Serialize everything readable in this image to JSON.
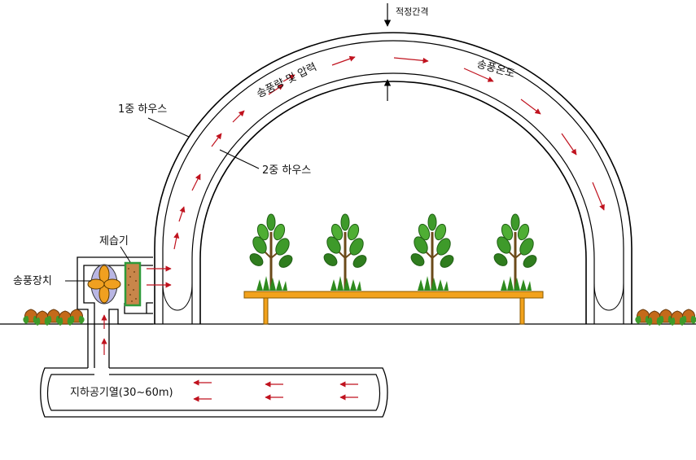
{
  "labels": {
    "proper_gap": "적정간격",
    "airflow_pressure": "송풍량 및 압력",
    "air_temperature": "송풍온도",
    "outer_house": "1중 하우스",
    "inner_house": "2중 하우스",
    "dehumidifier": "제습기",
    "blower": "송풍장치",
    "underground_tube": "지하공기열(30~60m)"
  },
  "colors": {
    "arrow": "#c0121e",
    "table": "#f2a21c",
    "fan": "#f0a020",
    "fan_bg": "#b9b6e3",
    "dehumidifier_fill": "#c8864a",
    "dehumidifier_border": "#2f9a3a",
    "leaf": "#3e9a2a",
    "leaf_dark": "#1f5e14",
    "grass": "#2e8a1e"
  },
  "icons": {
    "fan": "fan-icon",
    "plant": "plant-icon",
    "grass": "grass-icon",
    "shrub": "shrub-icon"
  }
}
